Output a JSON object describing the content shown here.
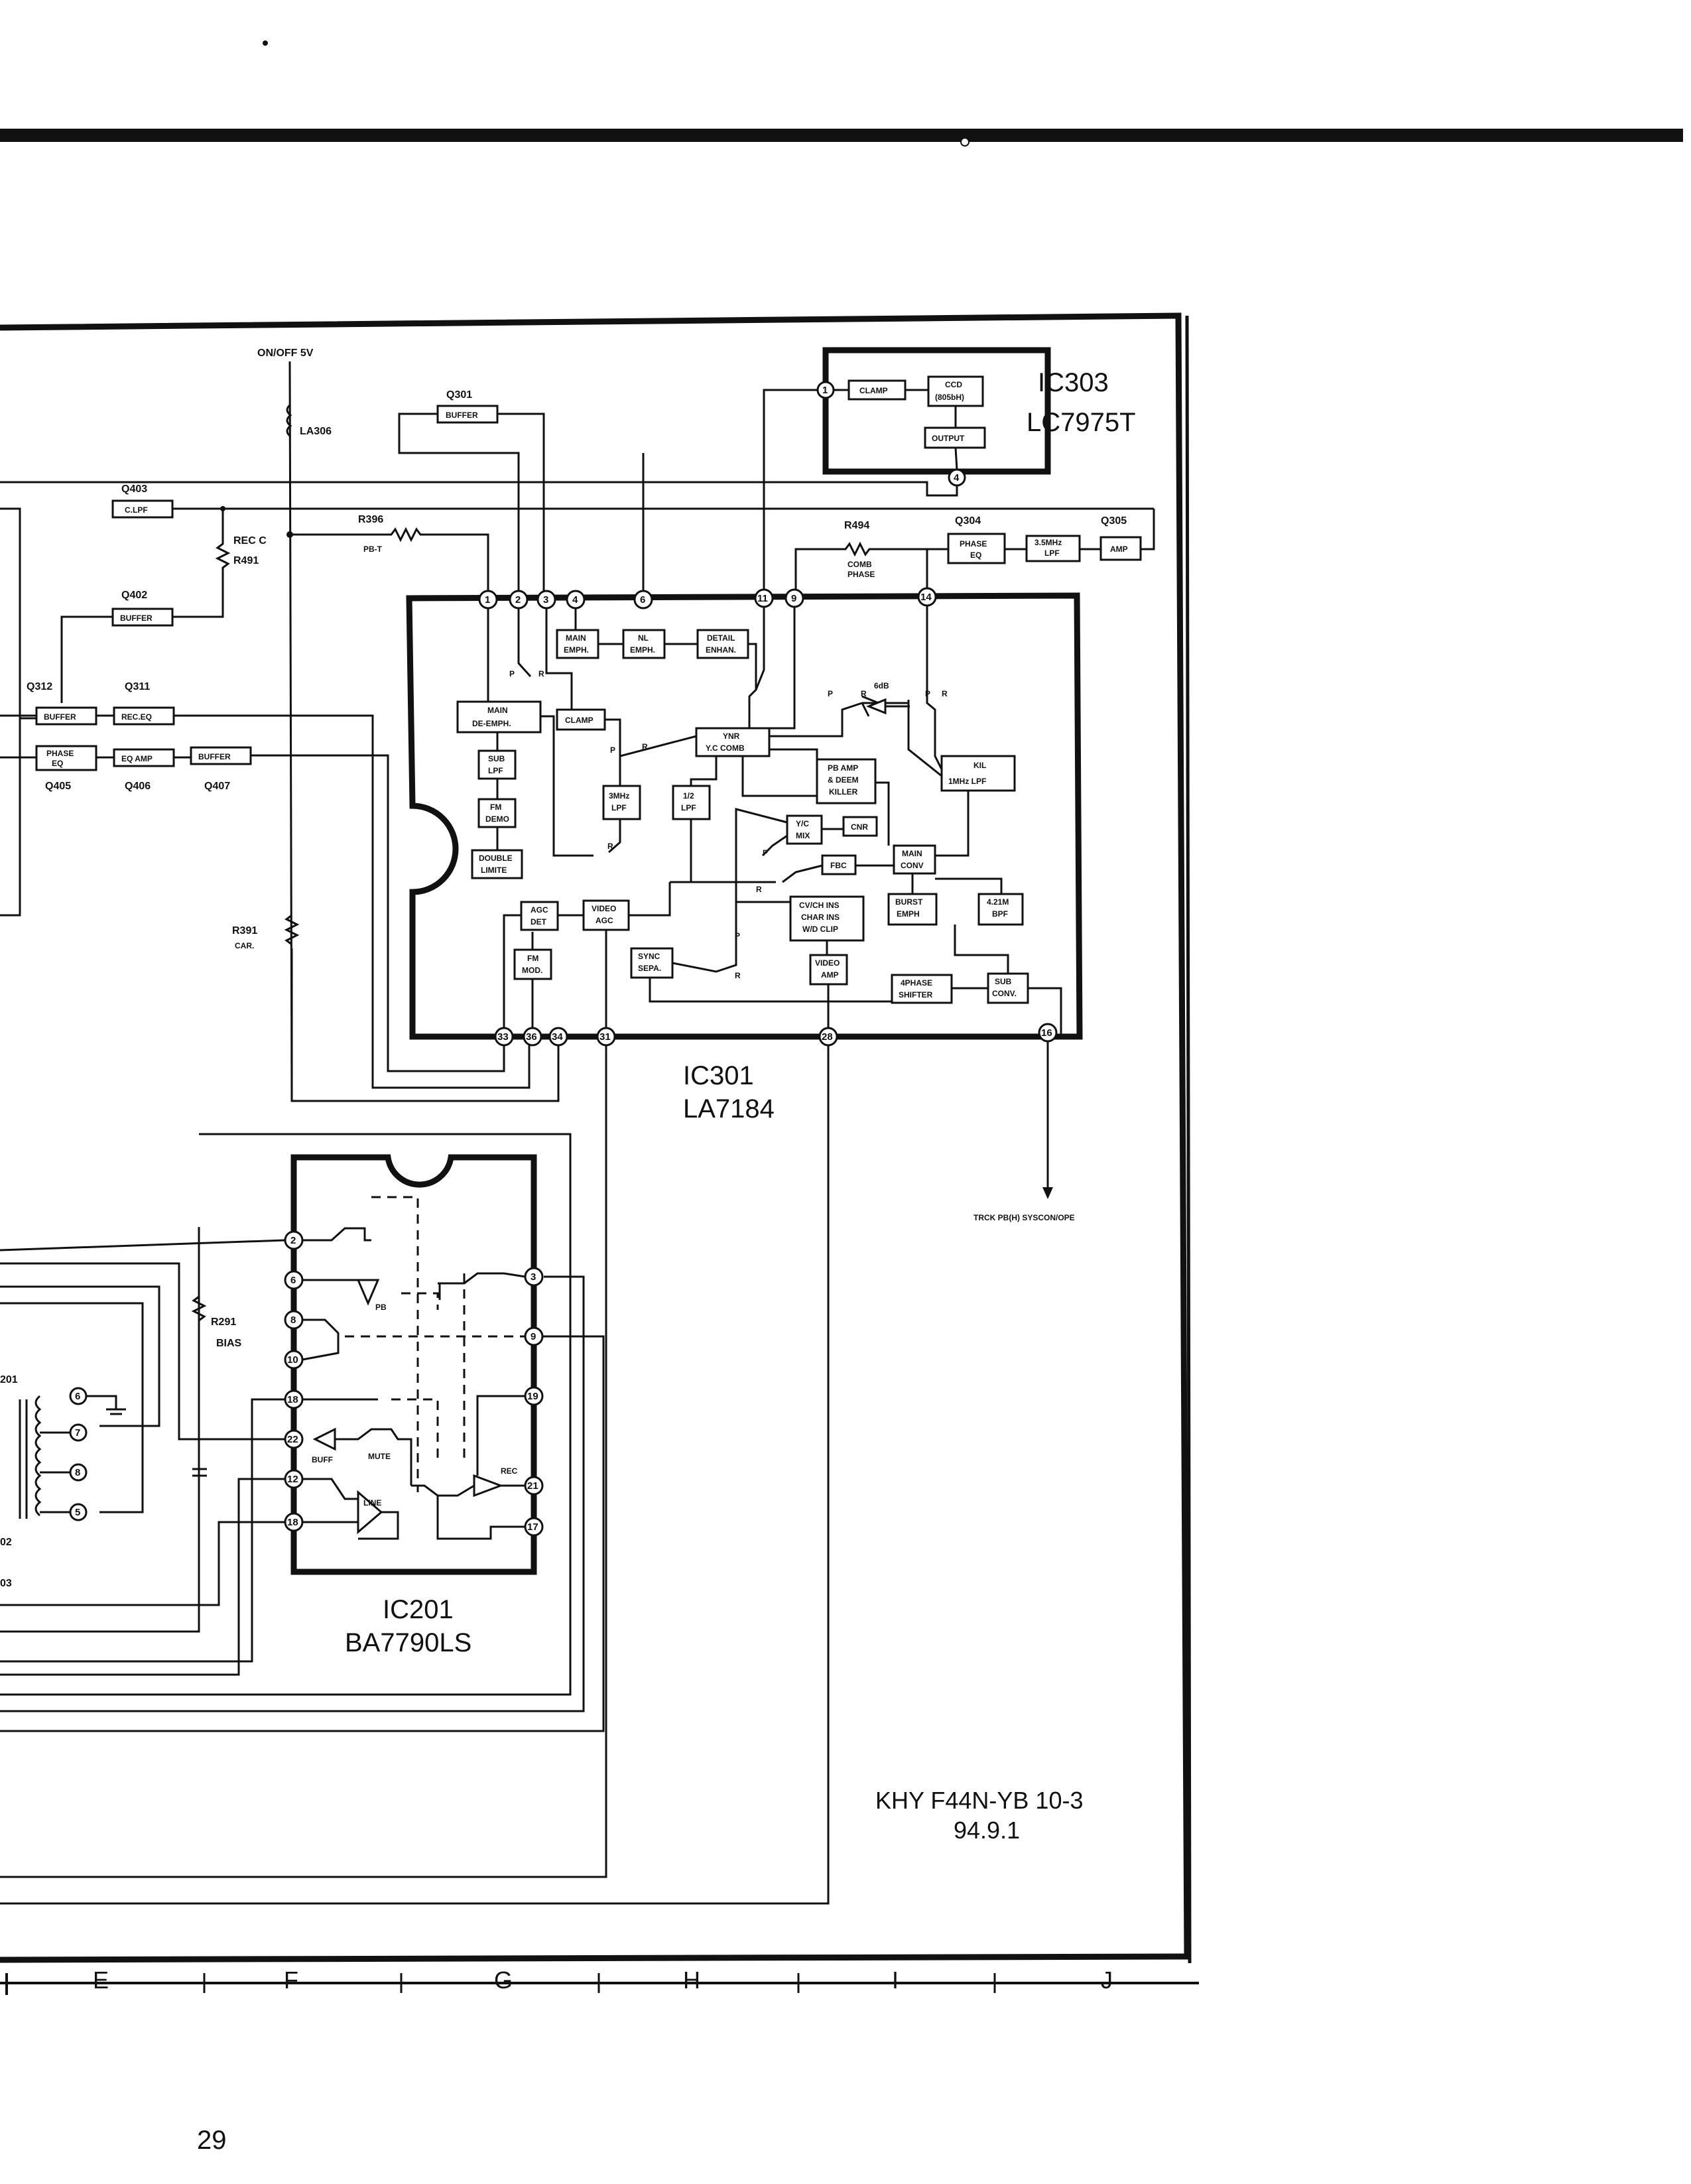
{
  "page": {
    "page_number": "29"
  },
  "border": {
    "columns": [
      "E",
      "F",
      "G",
      "H",
      "I",
      "J"
    ]
  },
  "power": {
    "label": "ON/OFF 5V"
  },
  "ic303": {
    "name": "IC303",
    "part": "LC7975T",
    "blocks": {
      "clamp": "CLAMP",
      "ccd_1": "CCD",
      "ccd_2": "(805bH)",
      "output": "OUTPUT"
    },
    "pins": [
      "1",
      "4"
    ]
  },
  "ic301": {
    "name": "IC301",
    "part": "LA7184",
    "pins_top": [
      "1",
      "2",
      "3",
      "4",
      "6",
      "11",
      "9",
      "14"
    ],
    "pins_bottom": [
      "33",
      "36",
      "34",
      "31",
      "28",
      "16"
    ],
    "blocks": {
      "main_emph": [
        "MAIN",
        "EMPH."
      ],
      "nl_emph": [
        "NL",
        "EMPH."
      ],
      "detail_enhan": [
        "DETAIL",
        "ENHAN."
      ],
      "main_de_emph": [
        "MAIN",
        "DE-EMPH."
      ],
      "clamp": "CLAMP",
      "sub_lpf": [
        "SUB",
        "LPF"
      ],
      "fm_demo": [
        "FM",
        "DEMO"
      ],
      "double_limiter": [
        "DOUBLE",
        "LIMITE"
      ],
      "lpf_3mhz": [
        "3MHz",
        "LPF"
      ],
      "lpf_half": [
        "1/2",
        "LPF"
      ],
      "ynr_comb": [
        "YNR",
        "Y.C COMB"
      ],
      "pb_amp": [
        "PB AMP",
        "& DEEM",
        "KILLER"
      ],
      "yc_mix": [
        "Y/C",
        "MIX"
      ],
      "cnr": "CNR",
      "fbc": "FBC",
      "main_conv": [
        "MAIN",
        "CONV"
      ],
      "kil": [
        "KIL",
        "1MHz LPF"
      ],
      "burst_emph": [
        "BURST",
        "EMPH"
      ],
      "bpf_421": [
        "4.21M",
        "BPF"
      ],
      "agc_det": [
        "AGC",
        "DET"
      ],
      "video_agc": [
        "VIDEO",
        "AGC"
      ],
      "fm_mod": [
        "FM",
        "MOD."
      ],
      "sync_sepa": [
        "SYNC",
        "SEPA."
      ],
      "cvch_ins": [
        "CV/CH INS",
        "CHAR INS",
        "W/D CLIP"
      ],
      "video_amp": [
        "VIDEO",
        "AMP"
      ],
      "phase_shifter": [
        "4PHASE",
        "SHIFTER"
      ],
      "sub_conv": [
        "SUB",
        "CONV."
      ]
    },
    "switch_marks": {
      "p": "P",
      "r": "R",
      "gain": "6dB"
    }
  },
  "ic201": {
    "name": "IC201",
    "part": "BA7790LS",
    "pins_left": [
      "2",
      "6",
      "8",
      "10",
      "18",
      "22",
      "12",
      "18"
    ],
    "pins_right": [
      "3",
      "9",
      "19",
      "21",
      "17"
    ],
    "labels": {
      "pb": "PB",
      "buff": "BUFF",
      "mute": "MUTE",
      "rec": "REC",
      "line": "LINE"
    }
  },
  "components": {
    "la306": "LA306",
    "q301": {
      "ref": "Q301",
      "label": "BUFFER"
    },
    "q403": {
      "ref": "Q403",
      "label": "C.LPF"
    },
    "rec_c": "REC C",
    "r491": "R491",
    "r396": "R396",
    "pb_t": "PB-T",
    "q402": {
      "ref": "Q402",
      "label": "BUFFER"
    },
    "q312": {
      "ref": "Q312",
      "label": "BUFFER"
    },
    "q311": {
      "ref": "Q311",
      "label": "REC.EQ"
    },
    "q405": {
      "ref": "Q405",
      "label": "PHASE EQ"
    },
    "q406": {
      "ref": "Q406",
      "label": "EQ AMP"
    },
    "q407": {
      "ref": "Q407",
      "label": "BUFFER"
    },
    "r494": "R494",
    "comb_phase": [
      "COMB",
      "PHASE"
    ],
    "q304": {
      "ref": "Q304",
      "label": [
        "PHASE",
        "EQ"
      ]
    },
    "lpf_35": [
      "3.5MHz",
      "LPF"
    ],
    "q305": {
      "ref": "Q305",
      "label": "AMP"
    },
    "r391": [
      "R391",
      "CAR."
    ],
    "r291": [
      "R291",
      "BIAS"
    ],
    "t201": "201",
    "head_pins": [
      "6",
      "7",
      "8",
      "5"
    ],
    "edge_labels": [
      "02",
      "03"
    ]
  },
  "outputs": {
    "track_pb": "TRCK PB(H) SYSCON/OPE"
  },
  "footer": {
    "model": "KHY F44N-YB 10-3",
    "date": "94.9.1"
  }
}
